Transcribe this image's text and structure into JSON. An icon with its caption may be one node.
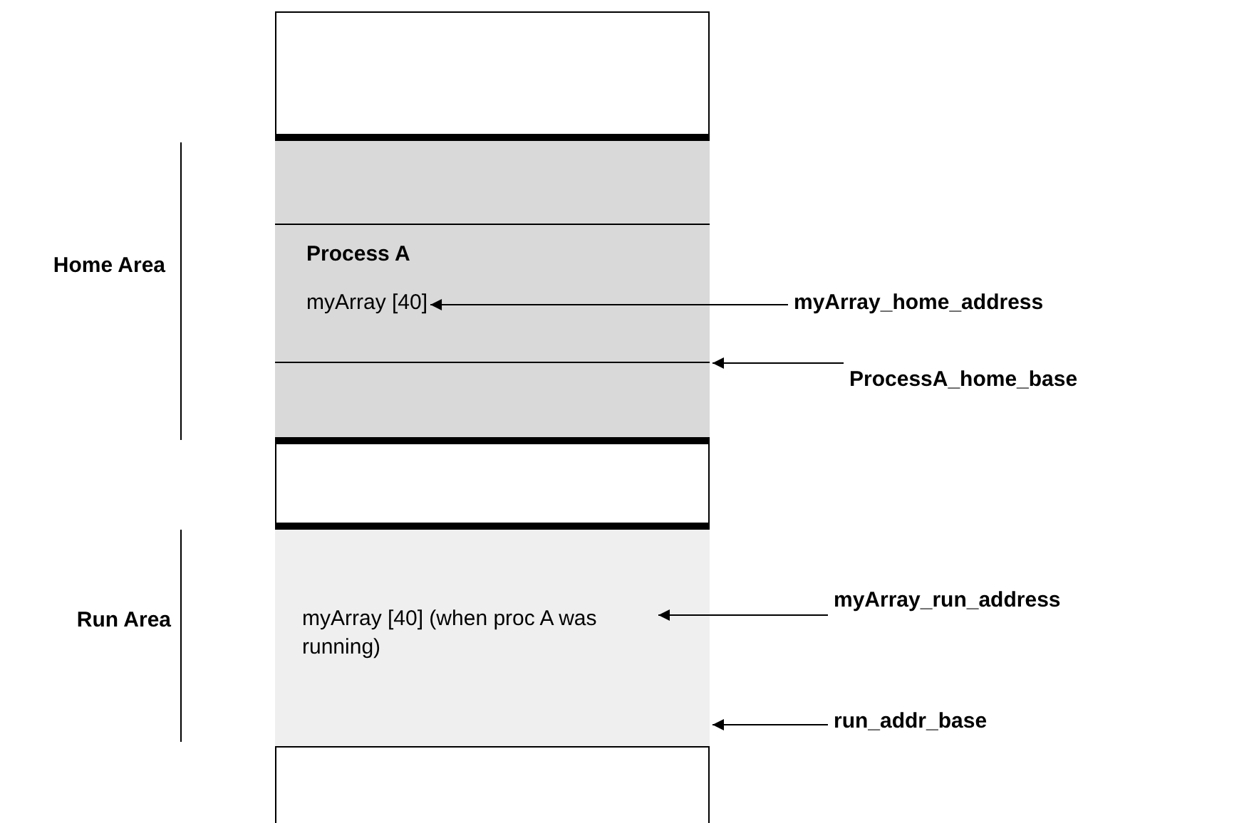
{
  "diagram": {
    "nodes": [
      {
        "text": [],
        "shape": "box"
      },
      {
        "text": [
          "Process A"
        ],
        "in": 0
      },
      {
        "text": [
          "myArray [40]"
        ],
        "in": 1
      },
      {
        "text": [],
        "shape": "box"
      },
      {
        "text": [
          "myArray [40] (when proc A was running)"
        ],
        "in": 3
      },
      {
        "text": [
          "myArray_home_address"
        ]
      },
      {
        "text": [
          "ProcessA_home_base"
        ]
      },
      {
        "text": [
          "myArray_run_address"
        ]
      },
      {
        "text": [
          "run_addr_base"
        ]
      }
    ],
    "edges": [
      {
        "from": 5,
        "to": 2,
        "arrow": "to"
      },
      {
        "from": 6,
        "to": 1,
        "arrow": "to"
      },
      {
        "from": 7,
        "to": 4,
        "arrow": "to"
      },
      {
        "from": 8,
        "to": 3,
        "arrow": "to"
      }
    ],
    "labels": [
      "Home Area",
      "Run Area"
    ]
  }
}
